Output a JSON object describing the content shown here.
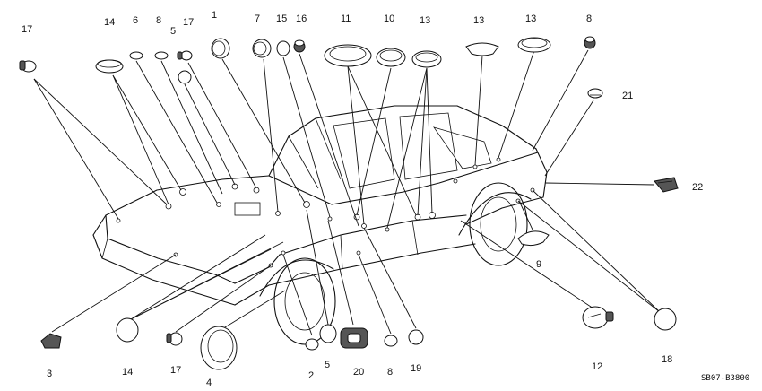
{
  "diagram": {
    "drawing_code": "SB07-B3800",
    "callouts": [
      {
        "id": "c17a",
        "label": "17"
      },
      {
        "id": "c14a",
        "label": "14"
      },
      {
        "id": "c6",
        "label": "6"
      },
      {
        "id": "c8a",
        "label": "8"
      },
      {
        "id": "c5a",
        "label": "5"
      },
      {
        "id": "c17b",
        "label": "17"
      },
      {
        "id": "c1",
        "label": "1"
      },
      {
        "id": "c7",
        "label": "7"
      },
      {
        "id": "c15",
        "label": "15"
      },
      {
        "id": "c16",
        "label": "16"
      },
      {
        "id": "c11",
        "label": "11"
      },
      {
        "id": "c10",
        "label": "10"
      },
      {
        "id": "c13a",
        "label": "13"
      },
      {
        "id": "c13b",
        "label": "13"
      },
      {
        "id": "c13c",
        "label": "13"
      },
      {
        "id": "c8b",
        "label": "8"
      },
      {
        "id": "c21",
        "label": "21"
      },
      {
        "id": "c22",
        "label": "22"
      },
      {
        "id": "c9",
        "label": "9"
      },
      {
        "id": "c3",
        "label": "3"
      },
      {
        "id": "c14b",
        "label": "14"
      },
      {
        "id": "c17c",
        "label": "17"
      },
      {
        "id": "c4",
        "label": "4"
      },
      {
        "id": "c2",
        "label": "2"
      },
      {
        "id": "c5b",
        "label": "5"
      },
      {
        "id": "c20",
        "label": "20"
      },
      {
        "id": "c8c",
        "label": "8"
      },
      {
        "id": "c19",
        "label": "19"
      },
      {
        "id": "c12",
        "label": "12"
      },
      {
        "id": "c18",
        "label": "18"
      }
    ]
  }
}
